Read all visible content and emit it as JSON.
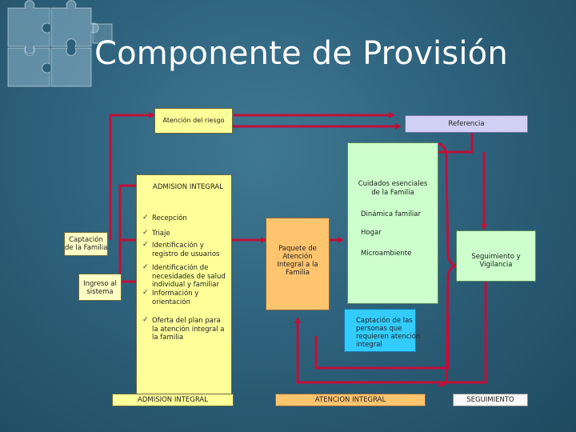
{
  "slide": {
    "title": "Componente de Provisión"
  },
  "boxes": {
    "atencion_riesgo": "Atención del riesgo",
    "referencia": "Referencia",
    "admision_integral_top": "ADMISION INTEGRAL",
    "captacion_familia": [
      "Captación",
      "de la Familia"
    ],
    "ingreso_sistema": [
      "Ingreso al",
      "sistema"
    ],
    "paquete": [
      "Paquete de",
      "Atención",
      "Integral a la",
      "Familia"
    ],
    "cuidados": [
      "Cuidados esenciales",
      "de la Familia"
    ],
    "dinamica": "Dinámica familiar",
    "hogar": "Hogar",
    "microambiente": "Microambiente",
    "captacion_personas": [
      "Captación de las",
      "personas que",
      "requieren atención",
      "integral"
    ],
    "seguimiento": [
      "Seguimiento y",
      "Vigilancia"
    ]
  },
  "checklist": [
    {
      "lines": [
        "Recepción"
      ]
    },
    {
      "lines": [
        "Triaje"
      ]
    },
    {
      "lines": [
        "Identificación y",
        "registro de usuarios"
      ]
    },
    {
      "lines": [
        "Identificación de",
        "necesidades de salud",
        "individual y familiar"
      ]
    },
    {
      "lines": [
        "Información y",
        "orientación"
      ]
    },
    {
      "lines": [
        "Oferta del plan para",
        "la atención integral a",
        "la familia"
      ]
    }
  ],
  "footer": {
    "admision": "ADMISION   INTEGRAL",
    "atencion": "ATENCION   INTEGRAL",
    "seguimiento": "SEGUIMIENTO"
  },
  "colors": {
    "arrow": "#c0103a",
    "yellow": "#ffff99",
    "orange": "#ffc46e",
    "lavender": "#d0d0f4",
    "green": "#ccffcc",
    "cyan": "#33ccff"
  }
}
